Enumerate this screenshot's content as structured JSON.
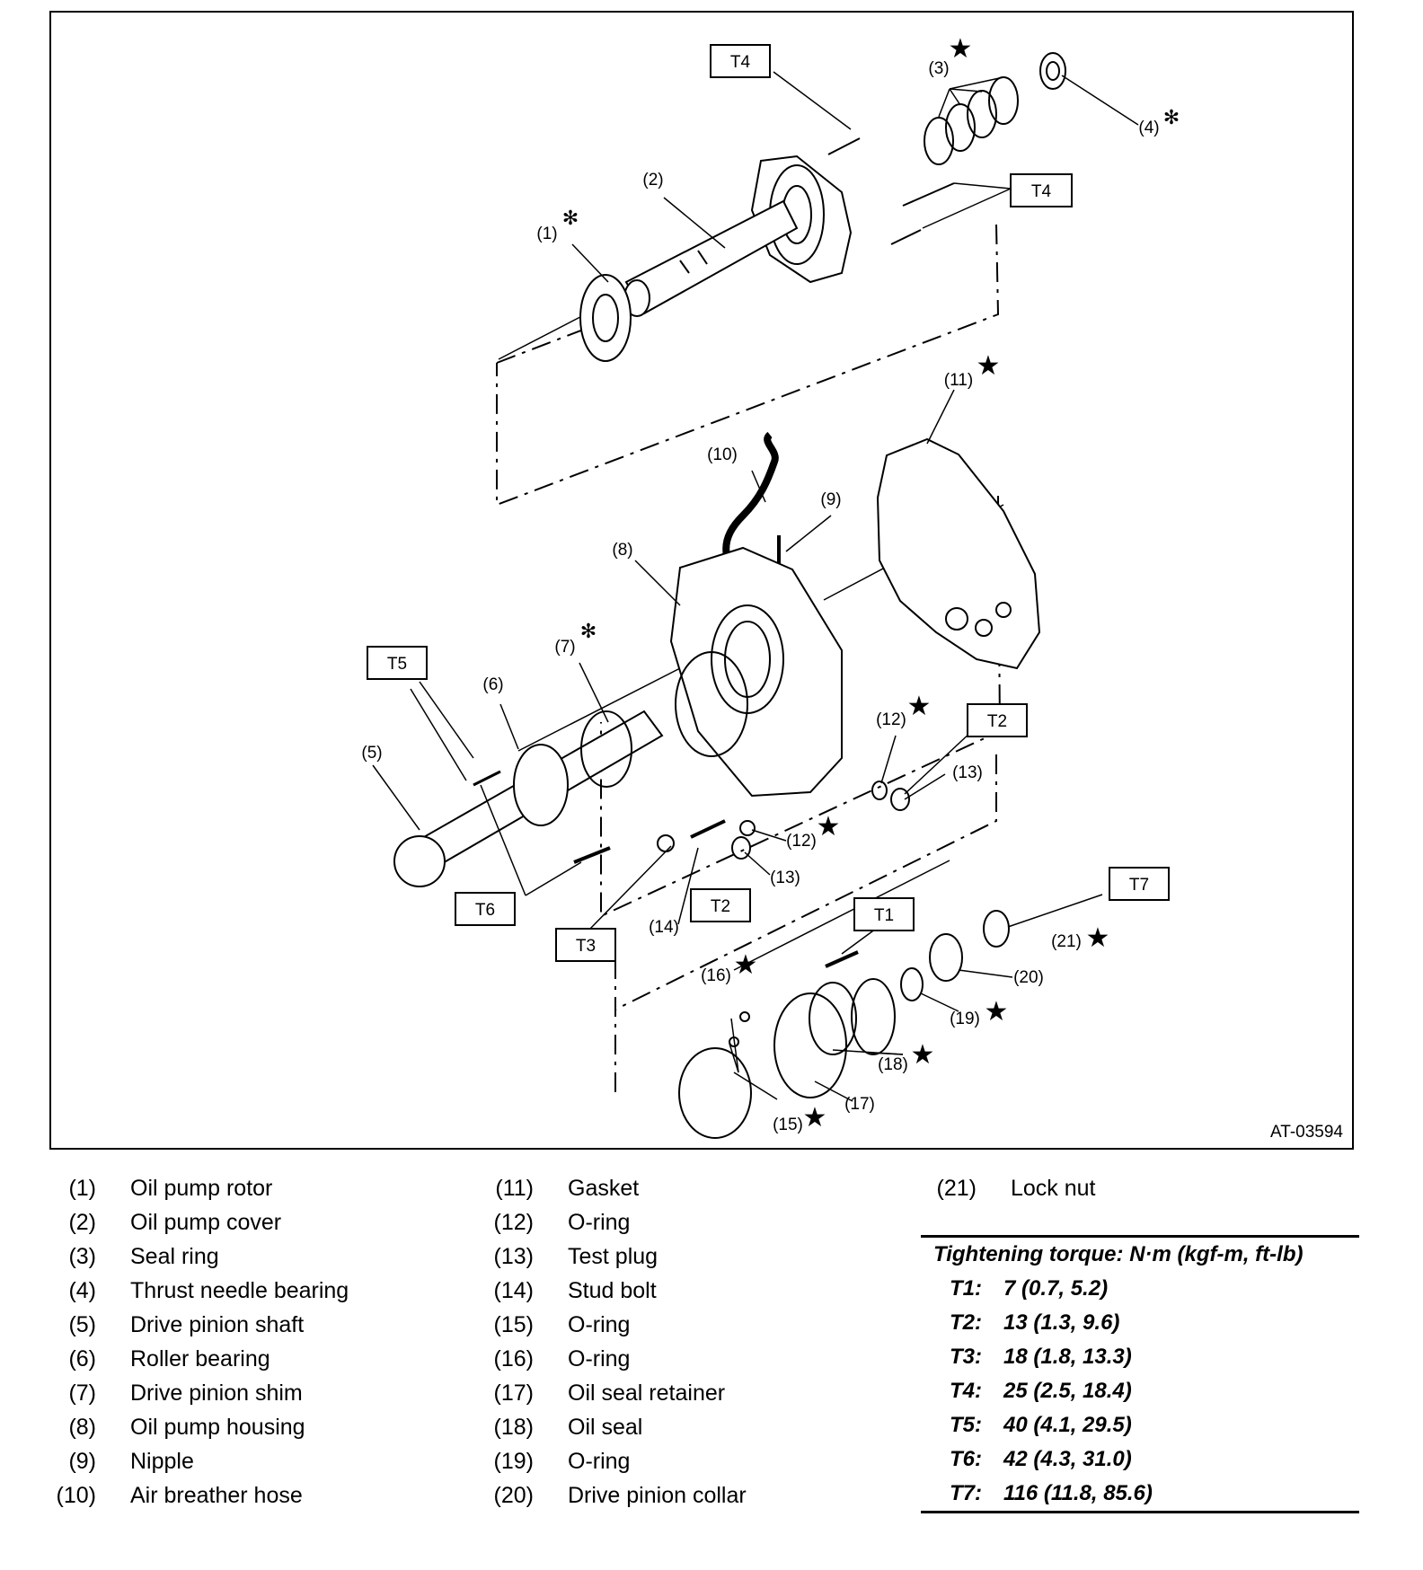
{
  "figure": {
    "id": "AT-03594",
    "callouts": {
      "c1": "(1)",
      "c2": "(2)",
      "c3": "(3)",
      "c4": "(4)",
      "c5": "(5)",
      "c6": "(6)",
      "c7": "(7)",
      "c8": "(8)",
      "c9": "(9)",
      "c10": "(10)",
      "c11": "(11)",
      "c12a": "(12)",
      "c12b": "(12)",
      "c13a": "(13)",
      "c13b": "(13)",
      "c14": "(14)",
      "c15": "(15)",
      "c16": "(16)",
      "c17": "(17)",
      "c18": "(18)",
      "c19": "(19)",
      "c20": "(20)",
      "c21": "(21)"
    },
    "torque_boxes": {
      "t4a": "T4",
      "t4b": "T4",
      "t5": "T5",
      "t6": "T6",
      "t3": "T3",
      "t2a": "T2",
      "t2b": "T2",
      "t1": "T1",
      "t7": "T7"
    },
    "symbols": {
      "star": "★",
      "asterisk": "✻"
    }
  },
  "legend": {
    "col1": [
      {
        "num": "(1)",
        "label": "Oil pump rotor"
      },
      {
        "num": "(2)",
        "label": "Oil pump cover"
      },
      {
        "num": "(3)",
        "label": "Seal ring"
      },
      {
        "num": "(4)",
        "label": "Thrust needle bearing"
      },
      {
        "num": "(5)",
        "label": "Drive pinion shaft"
      },
      {
        "num": "(6)",
        "label": "Roller bearing"
      },
      {
        "num": "(7)",
        "label": "Drive pinion shim"
      },
      {
        "num": "(8)",
        "label": "Oil pump housing"
      },
      {
        "num": "(9)",
        "label": "Nipple"
      },
      {
        "num": "(10)",
        "label": "Air breather hose"
      }
    ],
    "col2": [
      {
        "num": "(11)",
        "label": "Gasket"
      },
      {
        "num": "(12)",
        "label": "O-ring"
      },
      {
        "num": "(13)",
        "label": "Test plug"
      },
      {
        "num": "(14)",
        "label": "Stud bolt"
      },
      {
        "num": "(15)",
        "label": "O-ring"
      },
      {
        "num": "(16)",
        "label": "O-ring"
      },
      {
        "num": "(17)",
        "label": "Oil seal retainer"
      },
      {
        "num": "(18)",
        "label": "Oil seal"
      },
      {
        "num": "(19)",
        "label": "O-ring"
      },
      {
        "num": "(20)",
        "label": "Drive pinion collar"
      }
    ],
    "col3": [
      {
        "num": "(21)",
        "label": "Lock nut"
      }
    ]
  },
  "torque_table": {
    "heading": "Tightening torque: N·m (kgf-m, ft-lb)",
    "rows": [
      {
        "key": "T1:",
        "value": "7 (0.7, 5.2)"
      },
      {
        "key": "T2:",
        "value": "13 (1.3, 9.6)"
      },
      {
        "key": "T3:",
        "value": "18 (1.8, 13.3)"
      },
      {
        "key": "T4:",
        "value": "25 (2.5, 18.4)"
      },
      {
        "key": "T5:",
        "value": "40 (4.1, 29.5)"
      },
      {
        "key": "T6:",
        "value": "42 (4.3, 31.0)"
      },
      {
        "key": "T7:",
        "value": "116 (11.8, 85.6)"
      }
    ]
  }
}
